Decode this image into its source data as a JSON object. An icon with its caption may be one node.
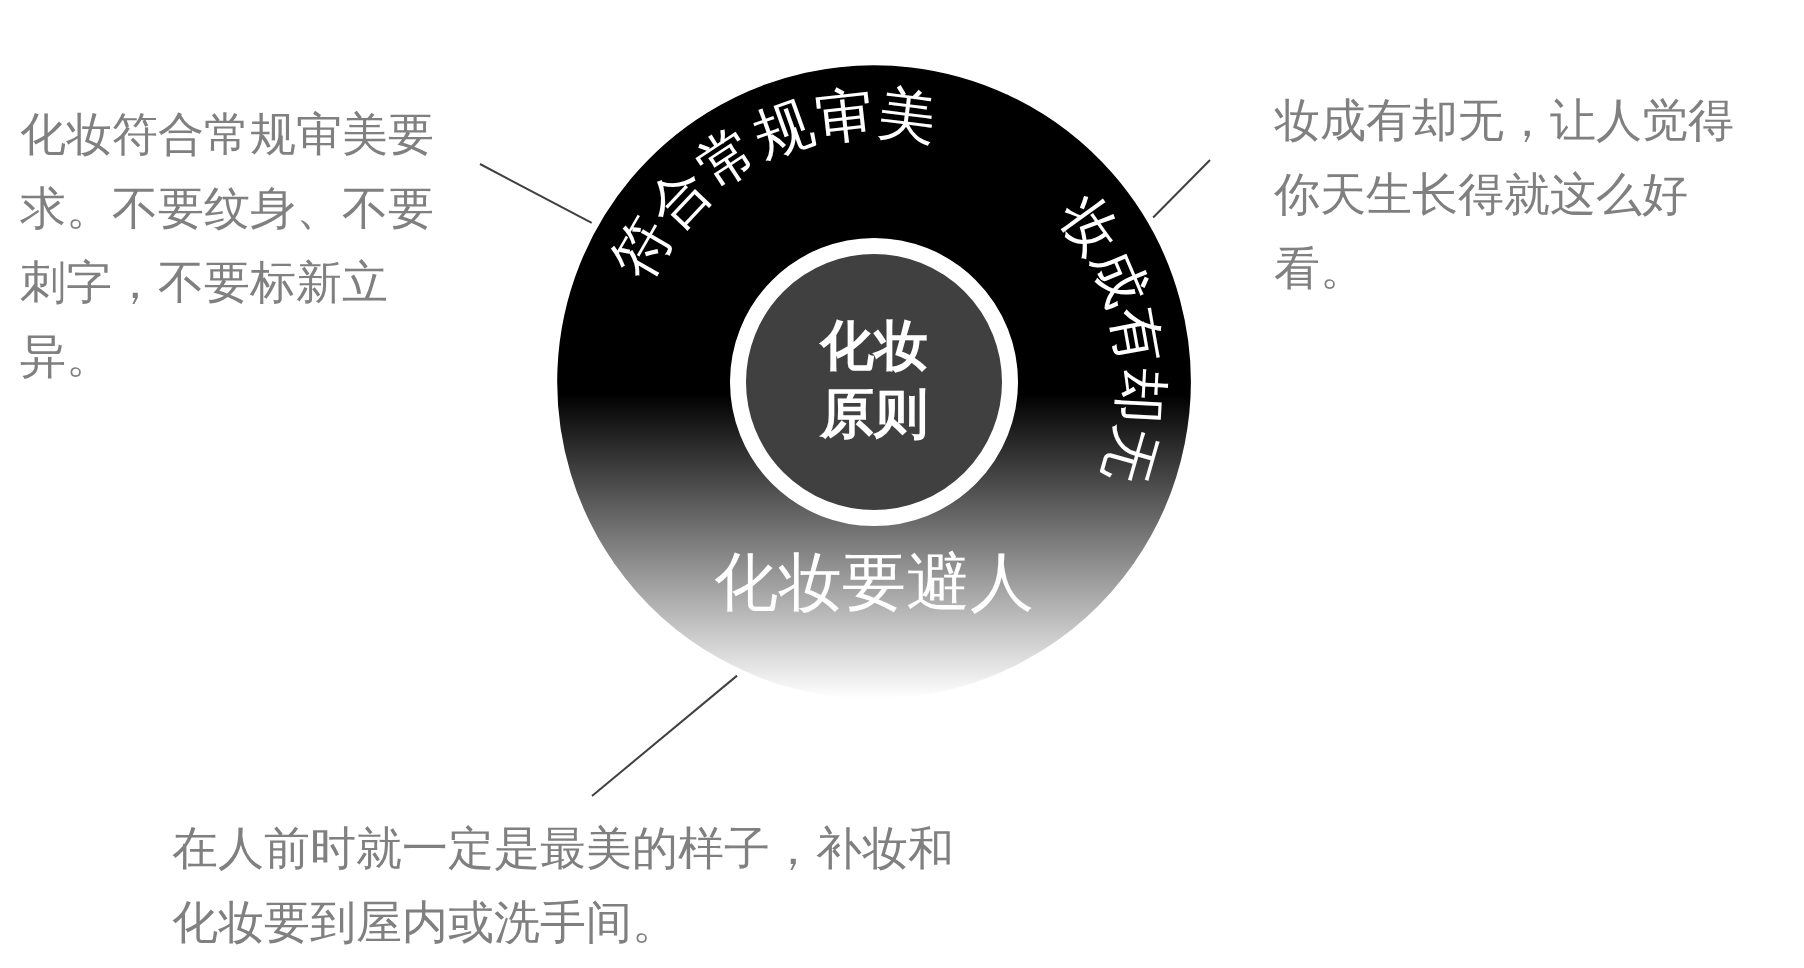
{
  "diagram": {
    "nodes": [
      {
        "text": [
          "符合常规审美"
        ]
      },
      {
        "text": [
          "妆成有却无"
        ]
      },
      {
        "text": [
          "化妆要避人"
        ]
      },
      {
        "text": [
          "化妆原则"
        ]
      },
      {
        "text": [
          "化妆符合常规审美要求。不要纹身、不要刺字，不要标新立异。"
        ]
      },
      {
        "text": [
          "妆成有却无，让人觉得你天生长得就这么好看。"
        ]
      },
      {
        "text": [
          "在人前时就一定是最美的样子，补妆和化妆要到屋内或洗手间。"
        ]
      }
    ],
    "edges": [
      {
        "from": 4,
        "to": 0,
        "arrow": "none"
      },
      {
        "from": 5,
        "to": 1,
        "arrow": "none"
      },
      {
        "from": 6,
        "to": 2,
        "arrow": "none"
      }
    ]
  }
}
